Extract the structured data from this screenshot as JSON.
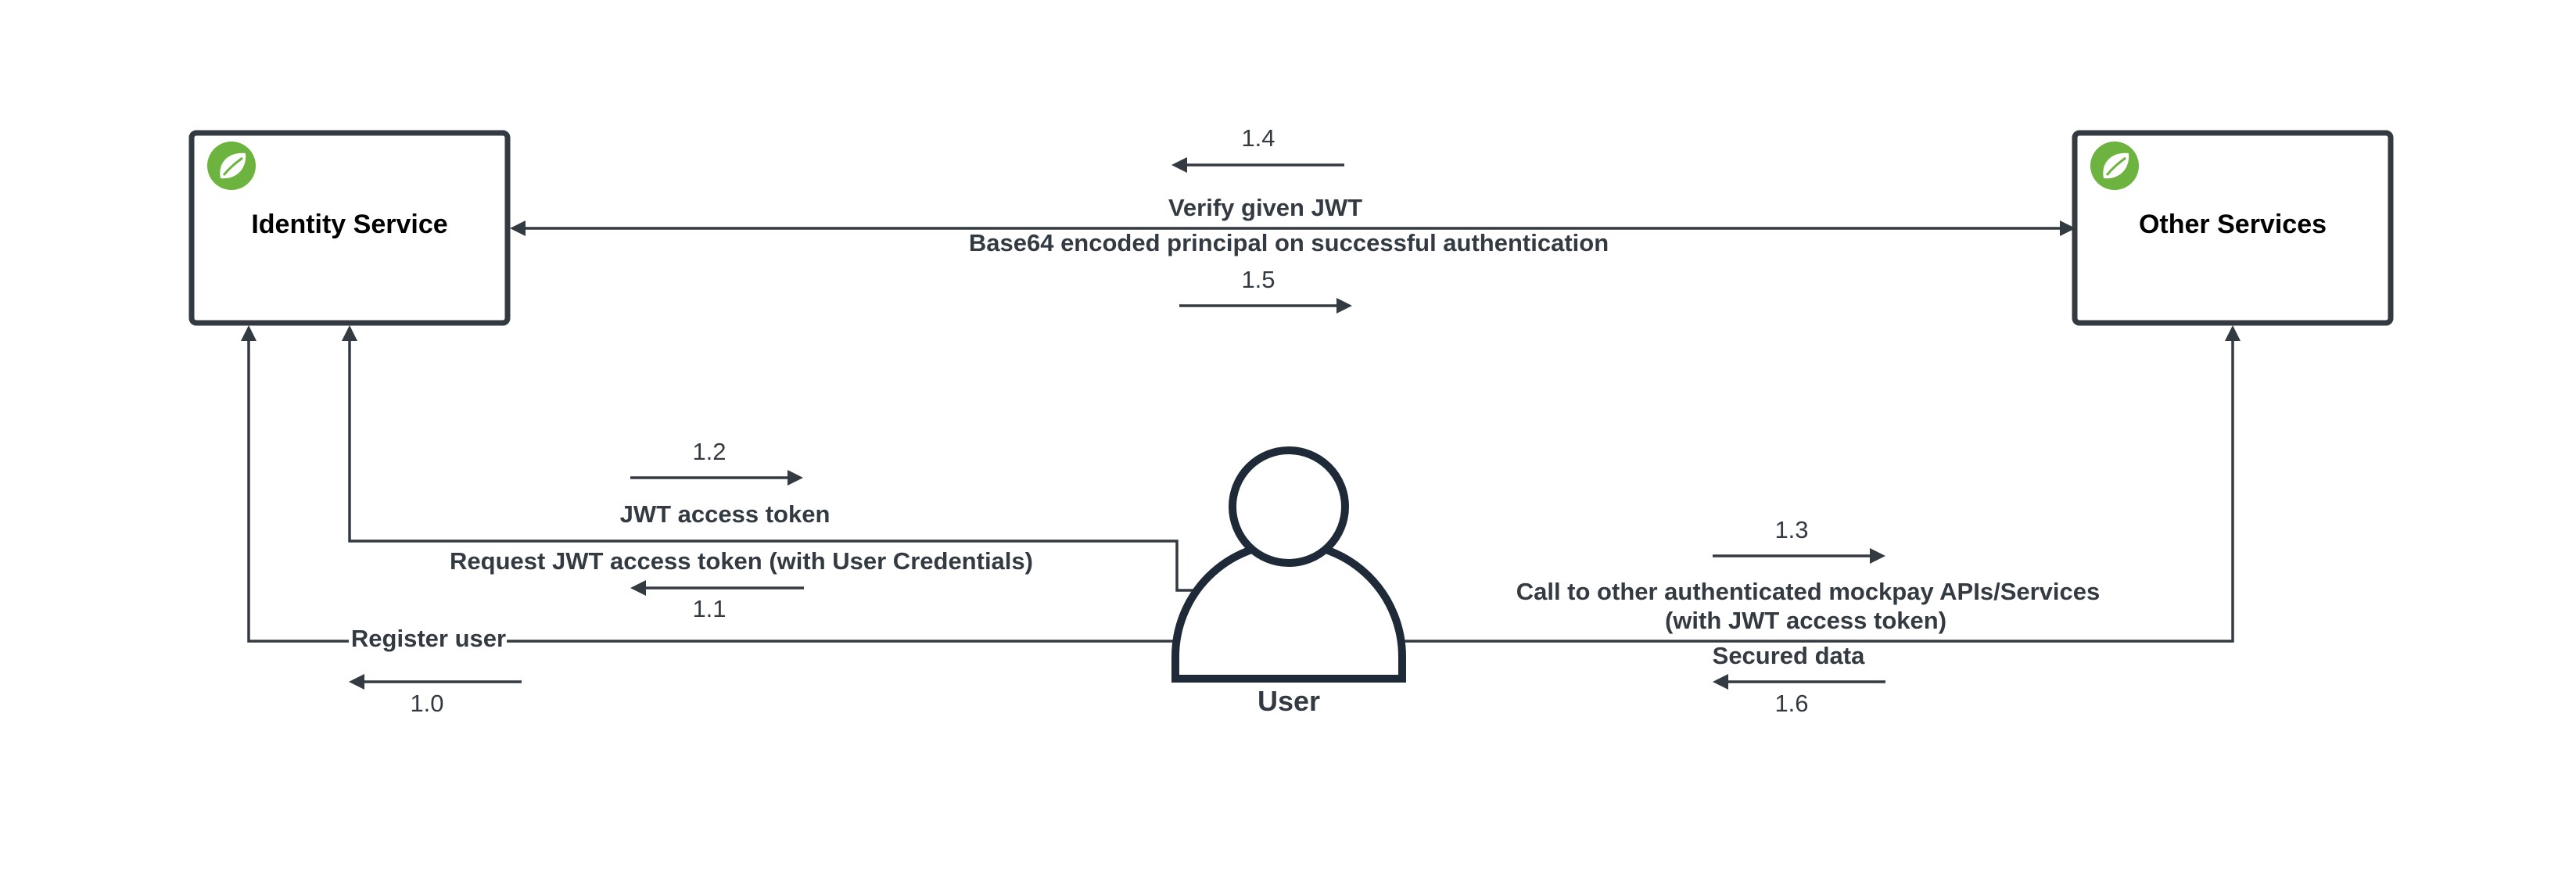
{
  "nodes": {
    "identity_service": {
      "label": "Identity Service",
      "icon": "spring-leaf-icon"
    },
    "other_services": {
      "label": "Other Services",
      "icon": "spring-leaf-icon"
    },
    "user": {
      "label": "User",
      "icon": "user-person-icon"
    }
  },
  "steps": {
    "s1_0": {
      "num": "1.0",
      "label": "Register user"
    },
    "s1_1": {
      "num": "1.1",
      "label": "Request JWT access token (with User Credentials)"
    },
    "s1_2": {
      "num": "1.2",
      "label": "JWT access token"
    },
    "s1_3": {
      "num": "1.3",
      "label_line1": "Call to other authenticated mockpay APIs/Services",
      "label_line2": "(with JWT access token)"
    },
    "s1_4": {
      "num": "1.4",
      "label": "Verify given JWT"
    },
    "s1_5": {
      "num": "1.5",
      "label": "Base64 encoded principal on successful authentication"
    },
    "s1_6": {
      "num": "1.6",
      "label": "Secured data"
    }
  },
  "colors": {
    "stroke": "#333a42",
    "user_stroke": "#1f2a38",
    "spring_green": "#6db33f",
    "background": "#ffffff"
  }
}
